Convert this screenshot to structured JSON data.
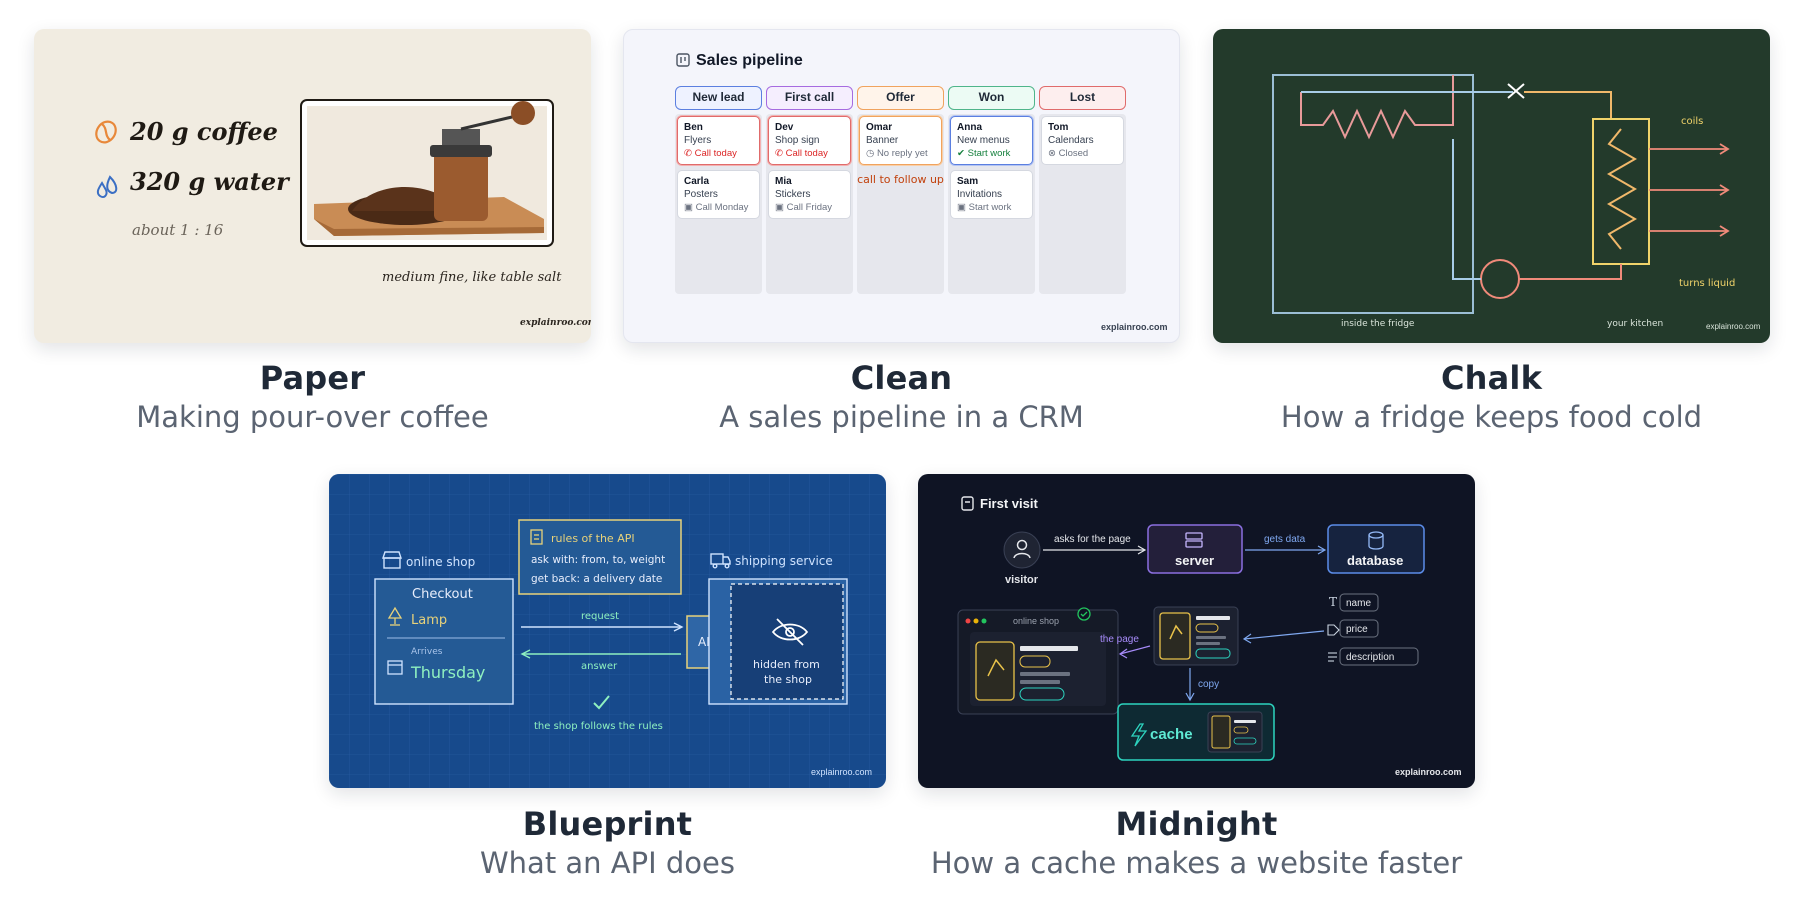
{
  "cards": [
    {
      "name": "Paper",
      "description": "Making pour-over coffee",
      "content": {
        "coffee": "20 g coffee",
        "water": "320 g water",
        "ratio": "about 1 : 16",
        "grind": "medium fine, like table salt",
        "watermark": "explainroo.com"
      }
    },
    {
      "name": "Clean",
      "description": "A sales pipeline in a CRM",
      "content": {
        "title": "Sales pipeline",
        "columns": [
          {
            "label": "New lead",
            "color": "#5b7fe0",
            "cards": [
              {
                "name": "Ben",
                "item": "Flyers",
                "status": "Call today",
                "status_color": "#dc2626"
              },
              {
                "name": "Carla",
                "item": "Posters",
                "status": "Call Monday",
                "status_color": "#6b7280"
              }
            ]
          },
          {
            "label": "First call",
            "color": "#a66be0",
            "cards": [
              {
                "name": "Dev",
                "item": "Shop sign",
                "status": "Call today",
                "status_color": "#dc2626"
              },
              {
                "name": "Mia",
                "item": "Stickers",
                "status": "Call Friday",
                "status_color": "#6b7280"
              }
            ]
          },
          {
            "label": "Offer",
            "color": "#f0a35e",
            "cards": [
              {
                "name": "Omar",
                "item": "Banner",
                "status": "No reply yet",
                "status_color": "#6b7280"
              }
            ],
            "note": "call to follow up"
          },
          {
            "label": "Won",
            "color": "#4fb58a",
            "cards": [
              {
                "name": "Anna",
                "item": "New menus",
                "status": "Start work",
                "status_color": "#15803d"
              },
              {
                "name": "Sam",
                "item": "Invitations",
                "status": "Start work",
                "status_color": "#6b7280"
              }
            ]
          },
          {
            "label": "Lost",
            "color": "#e06b6b",
            "cards": [
              {
                "name": "Tom",
                "item": "Calendars",
                "status": "Closed",
                "status_color": "#6b7280"
              }
            ]
          }
        ],
        "watermark": "explainroo.com"
      }
    },
    {
      "name": "Chalk",
      "description": "How a fridge keeps food cold",
      "content": {
        "coils": "coils",
        "turns_liquid": "turns liquid",
        "inside": "inside the fridge",
        "kitchen": "your kitchen",
        "watermark": "explainroo.com"
      }
    },
    {
      "name": "Blueprint",
      "description": "What an API does",
      "content": {
        "shop": "online shop",
        "rules_title": "rules of the API",
        "rules_line1": "ask with: from, to, weight",
        "rules_line2": "get back: a delivery date",
        "shipping": "shipping service",
        "checkout": "Checkout",
        "lamp": "Lamp",
        "arrives": "Arrives",
        "day": "Thursday",
        "request": "request",
        "answer": "answer",
        "api": "API",
        "hidden1": "hidden from",
        "hidden2": "the shop",
        "follows": "the shop follows the rules",
        "watermark": "explainroo.com"
      }
    },
    {
      "name": "Midnight",
      "description": "How a cache makes a website faster",
      "content": {
        "title": "First visit",
        "asks": "asks for the page",
        "server": "server",
        "gets": "gets data",
        "database": "database",
        "visitor": "visitor",
        "name_field": "name",
        "price_field": "price",
        "desc_field": "description",
        "shop_window": "online shop",
        "the_page": "the page",
        "copy": "copy",
        "cache": "cache",
        "watermark": "explainroo.com"
      }
    }
  ]
}
